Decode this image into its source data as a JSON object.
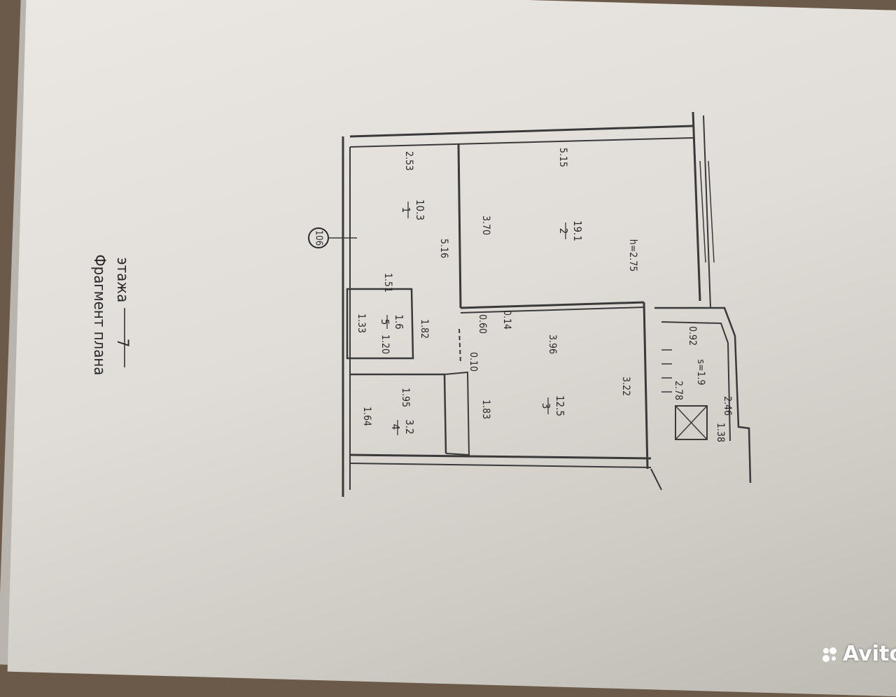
{
  "plan_title": {
    "line1": "Фрагмент плана",
    "floor_number": "7",
    "line2": "этажа"
  },
  "axis_marker": "106",
  "rooms": [
    {
      "id": "1",
      "area": "10.3"
    },
    {
      "id": "2",
      "area": "19.1"
    },
    {
      "id": "3",
      "area": "12.5"
    },
    {
      "id": "4",
      "area": "3.2"
    },
    {
      "id": "5",
      "area": "1.6"
    }
  ],
  "dimensions": {
    "room1_length": "2.53",
    "room1_width": "5.16",
    "room2_length": "5.15",
    "room2_width": "3.70",
    "ceiling_height": "h=2.75",
    "wall_offset_1": "0.60",
    "wall_offset_2": "0.14",
    "kitchen_length": "3.96",
    "kitchen_width": "3.22",
    "kitchen_corridor": "1.83",
    "door_gap": "0.10",
    "room5_width": "1.33",
    "room5_length": "1.51",
    "room5_depth": "1.20",
    "hall_width": "1.82",
    "room4_length": "1.95",
    "room4_width": "1.64",
    "balcony_width": "0.92",
    "balcony_length": "2.78",
    "balcony_area": "s=1.9",
    "balcony_depth": "2.46",
    "balcony_end": "1.38"
  },
  "watermark": "Avito",
  "colors": {
    "paper": "#e6e3de",
    "ink": "#2a2a2a",
    "background": "#6b5a4a"
  }
}
